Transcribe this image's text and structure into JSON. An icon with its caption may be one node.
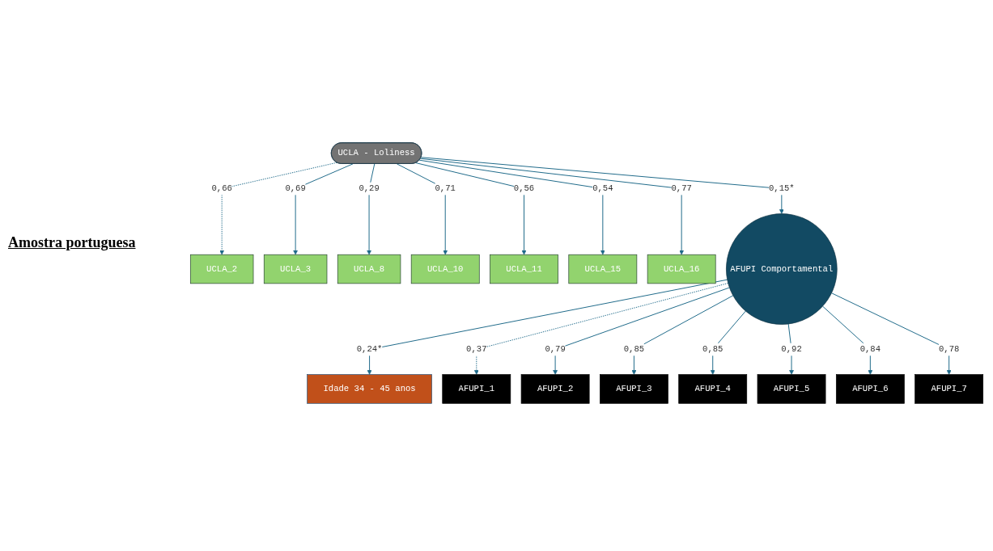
{
  "diagram": {
    "nodes": [
      {
        "text": [
          "UCLA_2"
        ]
      },
      {
        "text": [
          "UCLA_3"
        ]
      },
      {
        "text": [
          "UCLA_8"
        ]
      },
      {
        "text": [
          "UCLA_10"
        ]
      },
      {
        "text": [
          "UCLA_11"
        ]
      },
      {
        "text": [
          "UCLA_15"
        ]
      },
      {
        "text": [
          "UCLA_16"
        ]
      },
      {
        "text": [
          "UCLA - Loliness"
        ]
      },
      {
        "text": [
          "Idade 34 - 45 anos"
        ]
      },
      {
        "text": [
          "AFUPI Comportamental"
        ]
      },
      {
        "text": [
          "AFUPI_1"
        ]
      },
      {
        "text": [
          "AFUPI_2"
        ]
      },
      {
        "text": [
          "AFUPI_3"
        ]
      },
      {
        "text": [
          "AFUPI_4"
        ]
      },
      {
        "text": [
          "AFUPI_5"
        ]
      },
      {
        "text": [
          "AFUPI_6"
        ]
      },
      {
        "text": [
          "AFUPI_7"
        ]
      }
    ],
    "edges": [
      {
        "from": 7,
        "to": 0,
        "arrow": "to",
        "label": "0,66",
        "style": "dashed"
      },
      {
        "from": 7,
        "to": 1,
        "arrow": "to",
        "label": "0,69"
      },
      {
        "from": 7,
        "to": 2,
        "arrow": "to",
        "label": "0,29"
      },
      {
        "from": 7,
        "to": 3,
        "arrow": "to",
        "label": "0,71"
      },
      {
        "from": 7,
        "to": 4,
        "arrow": "to",
        "label": "0,56"
      },
      {
        "from": 7,
        "to": 5,
        "arrow": "to",
        "label": "0,54"
      },
      {
        "from": 7,
        "to": 6,
        "arrow": "to",
        "label": "0,77"
      },
      {
        "from": 7,
        "to": 9,
        "arrow": "to",
        "label": "0,15*"
      },
      {
        "from": 9,
        "to": 8,
        "arrow": "to",
        "label": "0,24*"
      },
      {
        "from": 9,
        "to": 10,
        "arrow": "to",
        "label": "0,37",
        "style": "dashed"
      },
      {
        "from": 9,
        "to": 11,
        "arrow": "to",
        "label": "0,79"
      },
      {
        "from": 9,
        "to": 12,
        "arrow": "to",
        "label": "0,85"
      },
      {
        "from": 9,
        "to": 13,
        "arrow": "to",
        "label": "0,85"
      },
      {
        "from": 9,
        "to": 14,
        "arrow": "to",
        "label": "0,92"
      },
      {
        "from": 9,
        "to": 15,
        "arrow": "to",
        "label": "0,84"
      },
      {
        "from": 9,
        "to": 16,
        "arrow": "to",
        "label": "0,78"
      }
    ],
    "labels": [
      "Amostra portuguesa"
    ]
  }
}
